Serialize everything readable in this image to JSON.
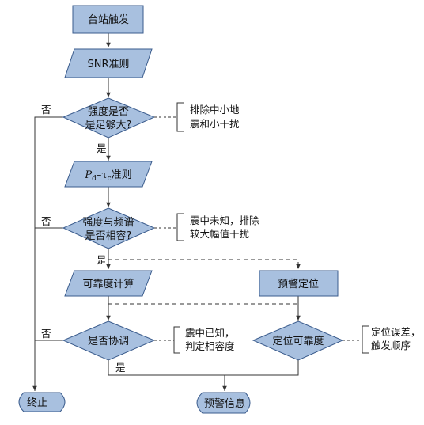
{
  "colors": {
    "node_fill": "#a8c0df",
    "node_stroke": "#3a5b8c",
    "line": "#333333"
  },
  "nodes": {
    "trigger": "台站触发",
    "snr": "SNR准则",
    "strength_q": [
      "强度是否",
      "是足够大?"
    ],
    "pd_tc": {
      "p": "P",
      "p_sub": "d",
      "dash": "–",
      "tau": "τ",
      "tau_sub": "c",
      "rest": "准则"
    },
    "match_q": [
      "强度与频谱",
      "是否相容?"
    ],
    "reliability": "可靠度计算",
    "warn_locate": "预警定位",
    "coord_q": "是否协调",
    "loc_reliable_q": "定位可靠度",
    "terminate": "终止",
    "warn_info": "预警信息"
  },
  "notes": {
    "small_quake": [
      "排除中小地",
      "震和小干扰"
    ],
    "unknown_quake": [
      "震中未知，排除",
      "较大幅值干扰"
    ],
    "known_quake": [
      "震中已知，",
      "判定相容度"
    ],
    "loc_error": [
      "定位误差，",
      "触发顺序"
    ]
  },
  "labels": {
    "no": "否",
    "yes": "是"
  }
}
